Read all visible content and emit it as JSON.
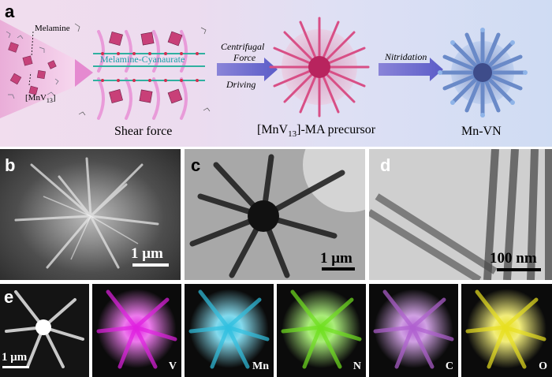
{
  "panel_a": {
    "label": "a",
    "melamine": "Melamine",
    "cyanaurate": "Melamine-Cyanaurate",
    "mnv13_text": "[MnV",
    "mnv13_sub": "13",
    "mnv13_close": "]",
    "centrifugal": "Centrifugal",
    "force": "Force",
    "driving": "Driving",
    "nitridation": "Nitridation",
    "shear": "Shear force",
    "precursor_pre": "[MnV",
    "precursor_sub": "13",
    "precursor_post": "]-MA precursor",
    "product": "Mn-VN"
  },
  "panel_b": {
    "label": "b",
    "scale": "1 μm"
  },
  "panel_c": {
    "label": "c",
    "scale": "1 μm"
  },
  "panel_d": {
    "label": "d",
    "scale": "100 nm"
  },
  "panel_e": {
    "label": "e",
    "scale": "1 μm",
    "maps": [
      "V",
      "Mn",
      "N",
      "C",
      "O"
    ],
    "map_colors": [
      "#e020e0",
      "#30c0e0",
      "#70e020",
      "#b060d0",
      "#e8e020"
    ]
  }
}
